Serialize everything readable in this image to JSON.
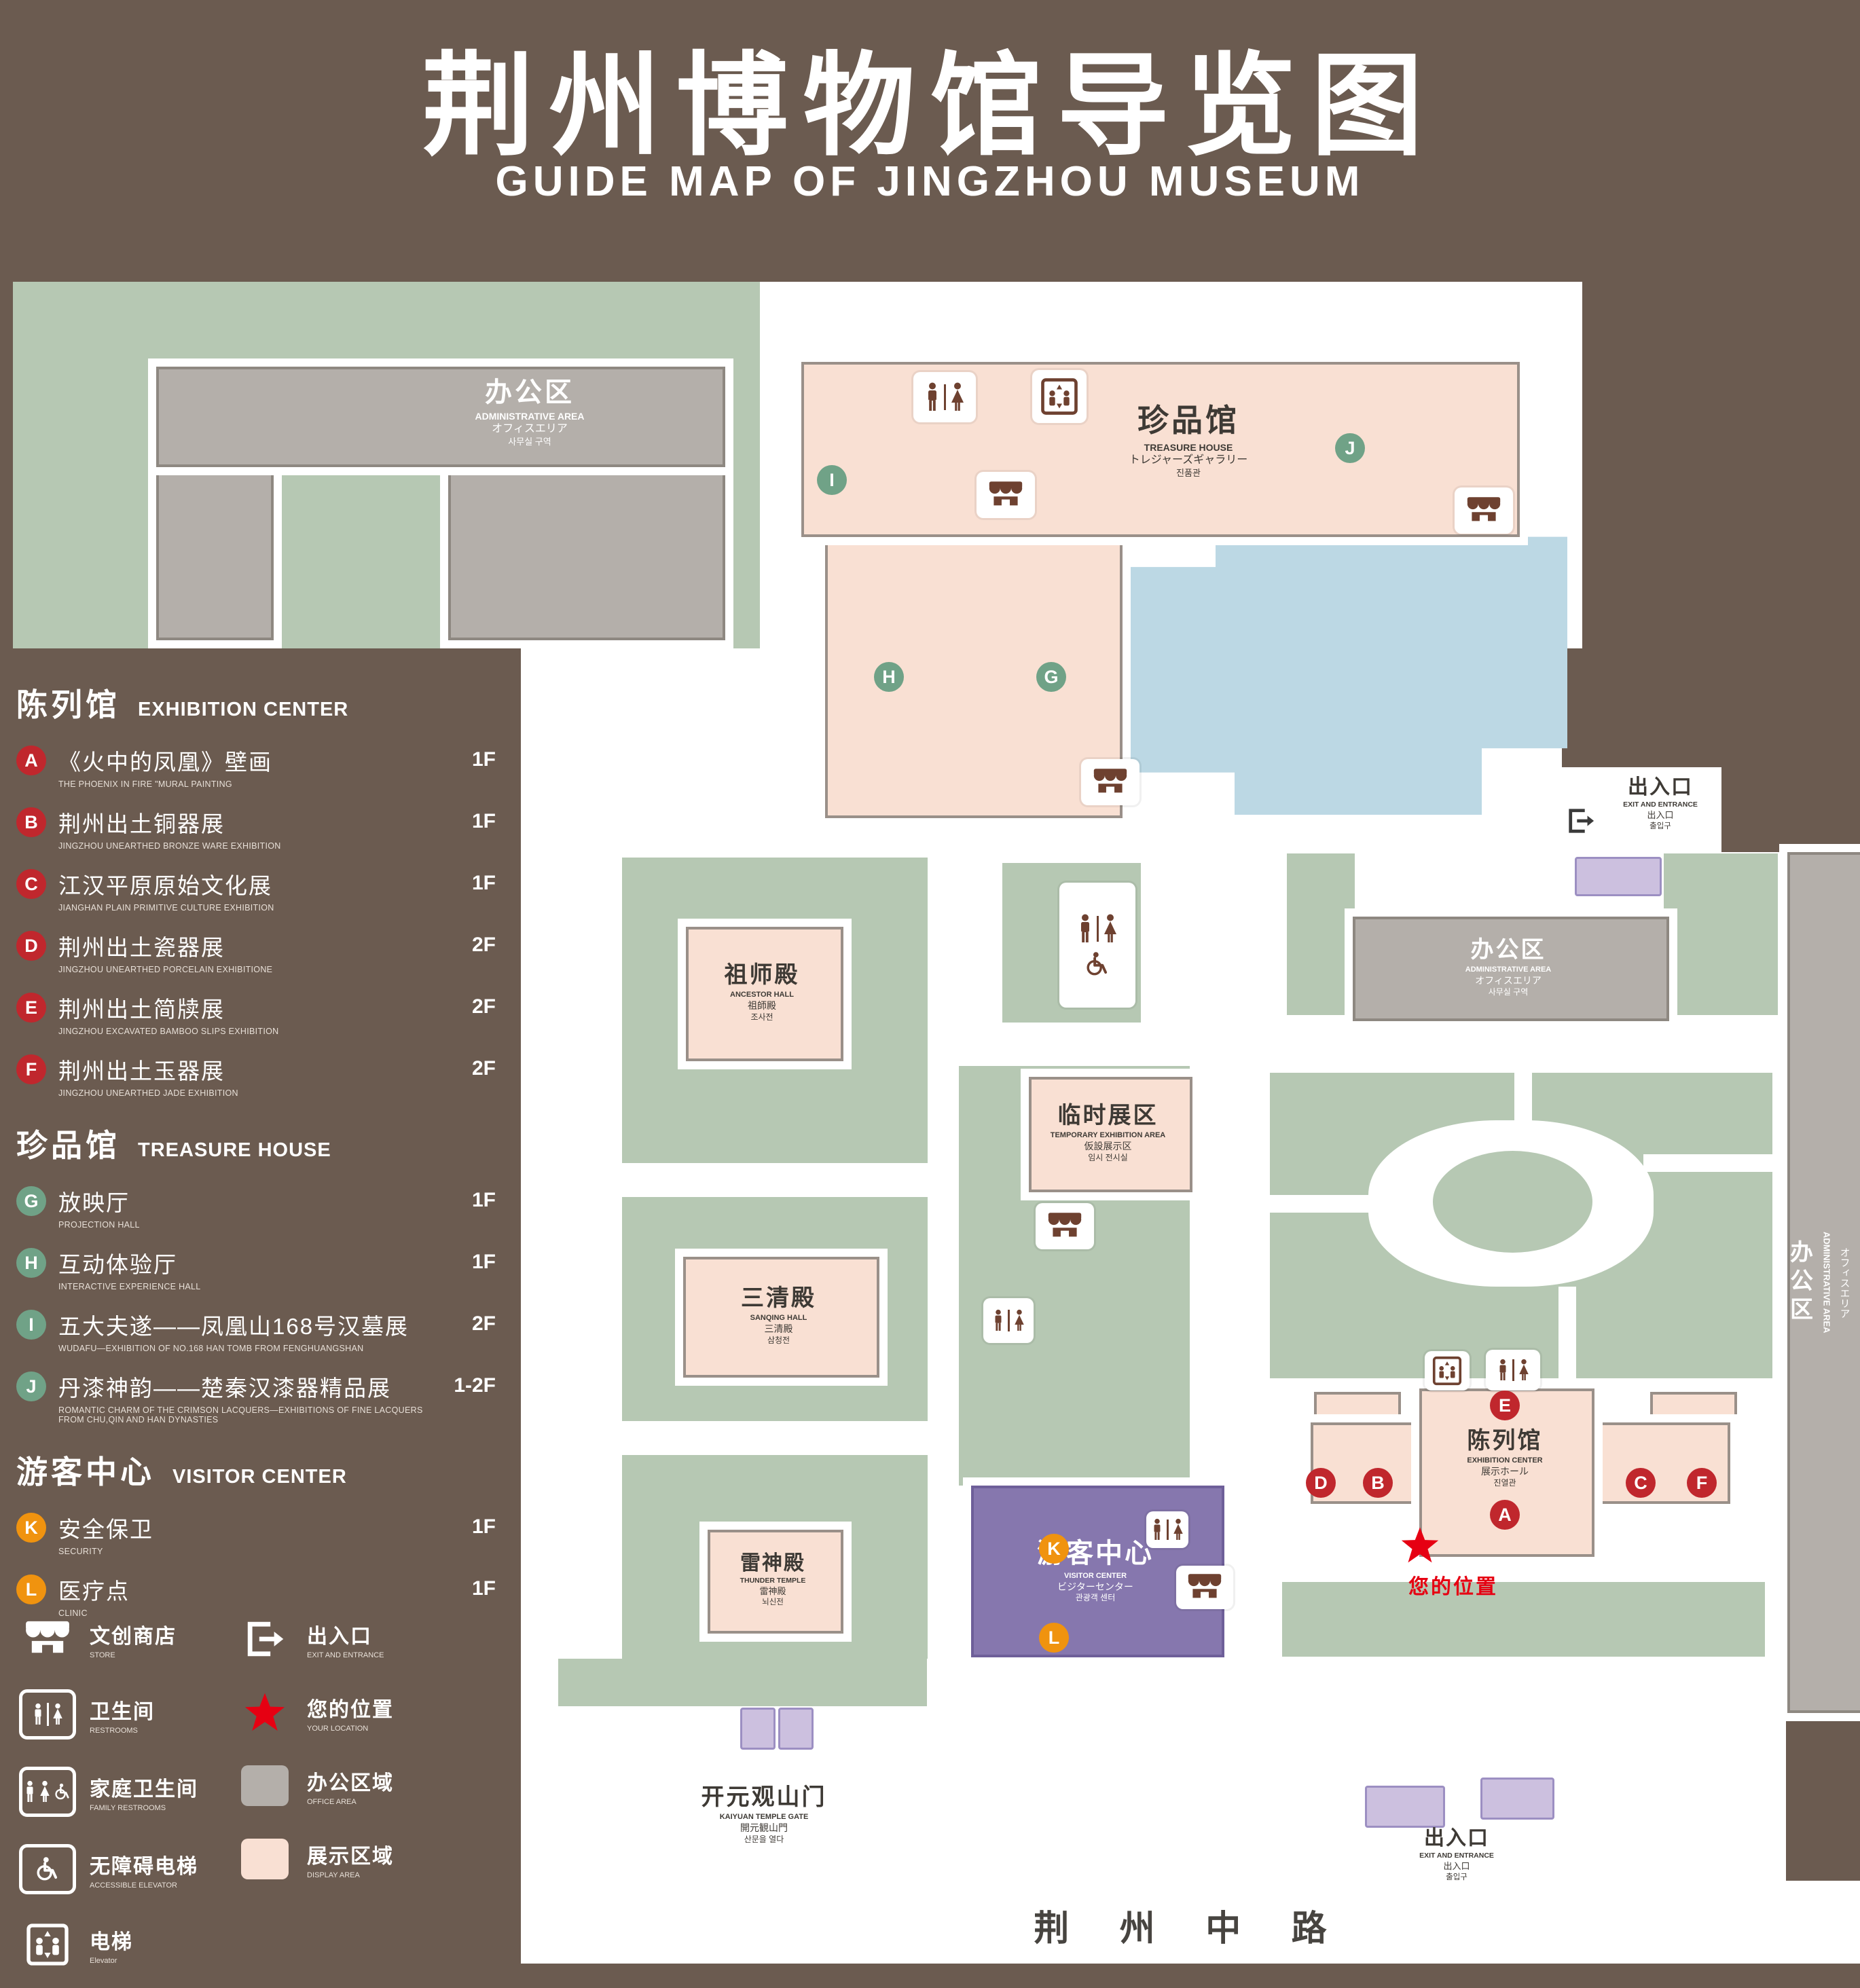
{
  "page": {
    "title_zh": "荆州博物馆导览图",
    "title_en": "GUIDE MAP OF JINGZHOU MUSEUM"
  },
  "colors": {
    "background": "#6B5B50",
    "landscape_green": "#B6C8B3",
    "display_area_pink": "#F9E0D3",
    "office_area_gray": "#B4AFAA",
    "visitor_center_purple": "#8677AE",
    "pond_blue": "#BCD8E4",
    "entrance_pad_purple": "#CCC0DF",
    "badge_red": "#C0272D",
    "badge_green": "#70A287",
    "badge_orange": "#F0930F",
    "icon_brown": "#6E4130",
    "location_red": "#E60012"
  },
  "sidebar": {
    "sections": [
      {
        "title_zh": "陈列馆",
        "title_en": "EXHIBITION CENTER",
        "items": [
          {
            "letter": "A",
            "zh": "《火中的凤凰》壁画",
            "en": "THE PHOENIX IN FIRE \"MURAL PAINTING",
            "floor": "1F"
          },
          {
            "letter": "B",
            "zh": "荆州出土铜器展",
            "en": "JINGZHOU UNEARTHED BRONZE WARE EXHIBITION",
            "floor": "1F"
          },
          {
            "letter": "C",
            "zh": "江汉平原原始文化展",
            "en": "JIANGHAN PLAIN PRIMITIVE CULTURE EXHIBITION",
            "floor": "1F"
          },
          {
            "letter": "D",
            "zh": "荆州出土瓷器展",
            "en": "JINGZHOU UNEARTHED PORCELAIN EXHIBITIONE",
            "floor": "2F"
          },
          {
            "letter": "E",
            "zh": "荆州出土简牍展",
            "en": "JINGZHOU EXCAVATED BAMBOO SLIPS EXHIBITION",
            "floor": "2F"
          },
          {
            "letter": "F",
            "zh": "荆州出土玉器展",
            "en": "JINGZHOU UNEARTHED JADE EXHIBITION",
            "floor": "2F"
          }
        ]
      },
      {
        "title_zh": "珍品馆",
        "title_en": "TREASURE HOUSE",
        "items": [
          {
            "letter": "G",
            "zh": "放映厅",
            "en": "PROJECTION HALL",
            "floor": "1F"
          },
          {
            "letter": "H",
            "zh": "互动体验厅",
            "en": "INTERACTIVE EXPERIENCE HALL",
            "floor": "1F"
          },
          {
            "letter": "I",
            "zh": "五大夫遂——凤凰山168号汉墓展",
            "en": "WUDAFU—EXHIBITION OF NO.168 HAN TOMB FROM FENGHUANGSHAN",
            "floor": "2F"
          },
          {
            "letter": "J",
            "zh": "丹漆神韵——楚秦汉漆器精品展",
            "en": "ROMANTIC CHARM OF THE CRIMSON LACQUERS—EXHIBITIONS OF FINE LACQUERS FROM CHU,QIN AND HAN DYNASTIES",
            "floor": "1-2F"
          }
        ]
      },
      {
        "title_zh": "游客中心",
        "title_en": "VISITOR CENTER",
        "items": [
          {
            "letter": "K",
            "zh": "安全保卫",
            "en": "SECURITY",
            "floor": "1F"
          },
          {
            "letter": "L",
            "zh": "医疗点",
            "en": "CLINIC",
            "floor": "1F"
          }
        ]
      }
    ],
    "legend_col1": [
      {
        "icon": "store-icon",
        "zh": "文创商店",
        "en": "STORE"
      },
      {
        "icon": "restroom-icon",
        "zh": "卫生间",
        "en": "RESTROOMS"
      },
      {
        "icon": "family-restroom-icon",
        "zh": "家庭卫生间",
        "en": "FAMILY RESTROOMS"
      },
      {
        "icon": "accessible-elevator-icon",
        "zh": "无障碍电梯",
        "en": "ACCESSIBLE ELEVATOR"
      },
      {
        "icon": "elevator-icon",
        "zh": "电梯",
        "en": "Elevator"
      }
    ],
    "legend_col2": [
      {
        "icon": "exit-icon",
        "zh": "出入口",
        "en": "EXIT AND ENTRANCE"
      },
      {
        "icon": "location-star-icon",
        "zh": "您的位置",
        "en": "YOUR LOCATION"
      },
      {
        "icon": "office-swatch",
        "zh": "办公区域",
        "en": "OFFICE AREA"
      },
      {
        "icon": "display-swatch",
        "zh": "展示区域",
        "en": "DISPLAY AREA"
      }
    ]
  },
  "map": {
    "admin": {
      "zh": "办公区",
      "en": "ADMINISTRATIVE AREA",
      "ja": "オフィスエリア",
      "ko": "사무실 구역"
    },
    "treasure_house": {
      "zh": "珍品馆",
      "en": "TREASURE HOUSE",
      "ja": "トレジャーズギャラリー",
      "ko": "진품관"
    },
    "exit": {
      "zh": "出入口",
      "en": "EXIT AND ENTRANCE",
      "ja": "出入口",
      "ko": "출입구"
    },
    "ancestor_hall": {
      "zh": "祖师殿",
      "en": "ANCESTOR HALL",
      "ja": "祖師殿",
      "ko": "조사전"
    },
    "temporary_area": {
      "zh": "临时展区",
      "en": "TEMPORARY EXHIBITION AREA",
      "ja": "仮設展示区",
      "ko": "임시 전시실"
    },
    "sanqing_hall": {
      "zh": "三清殿",
      "en": "SANQING HALL",
      "ja": "三清殿",
      "ko": "삼청전"
    },
    "thunder_temple": {
      "zh": "雷神殿",
      "en": "THUNDER TEMPLE",
      "ja": "雷神殿",
      "ko": "뇌신전"
    },
    "visitor_center": {
      "zh": "游客中心",
      "en": "VISITOR CENTER",
      "ja": "ビジターセンター",
      "ko": "관광객 센터"
    },
    "exhibition_center": {
      "zh": "陈列馆",
      "en": "EXHIBITION CENTER",
      "ja": "展示ホール",
      "ko": "진열관"
    },
    "gate": {
      "zh": "开元观山门",
      "en": "KAIYUAN TEMPLE GATE",
      "ja": "開元観山門",
      "ko": "산문을 열다"
    },
    "your_location": "您的位置",
    "road": "荆 州 中 路",
    "markers": {
      "A": "A",
      "B": "B",
      "C": "C",
      "D": "D",
      "E": "E",
      "F": "F",
      "G": "G",
      "H": "H",
      "I": "I",
      "J": "J",
      "K": "K",
      "L": "L"
    }
  }
}
